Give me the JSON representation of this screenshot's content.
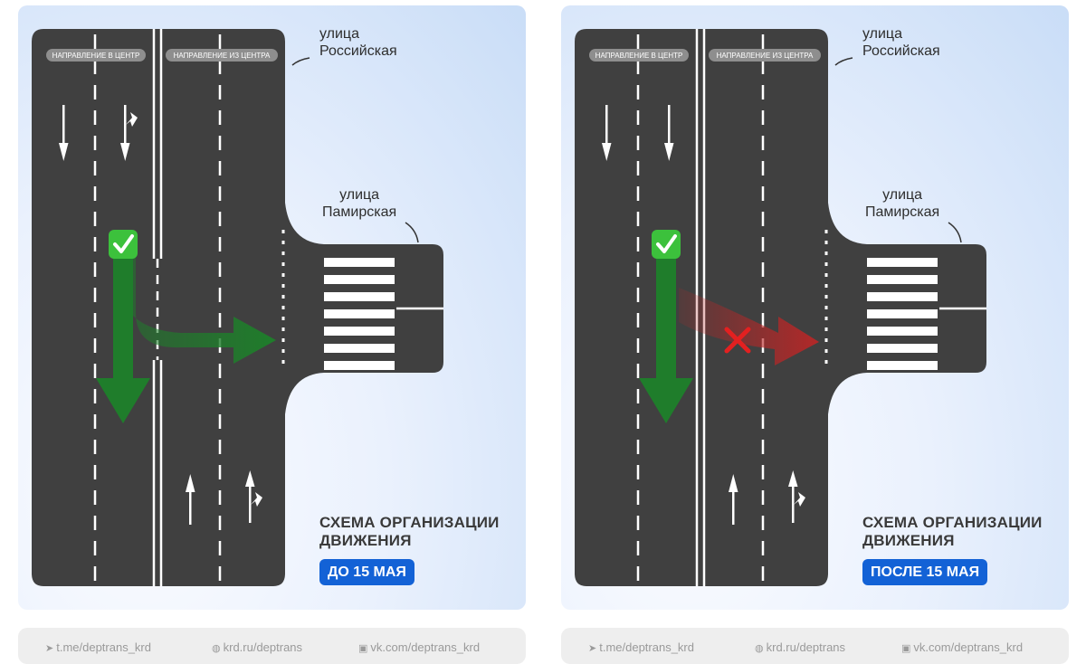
{
  "labels": {
    "to_center": "НАПРАВЛЕНИЕ В ЦЕНТР",
    "from_center": "НАПРАВЛЕНИЕ ИЗ ЦЕНТРА",
    "street_rossiyskaya": "улица\nРоссийская",
    "street_pamirskaya": "улица\nПамирская",
    "scheme_title": "СХЕМА ОРГАНИЗАЦИИ\nДВИЖЕНИЯ"
  },
  "panels": [
    {
      "badge": "ДО 15 МАЯ",
      "left_turn_allowed": true
    },
    {
      "badge": "ПОСЛЕ 15 МАЯ",
      "left_turn_allowed": false
    }
  ],
  "footer": {
    "telegram": "t.me/deptrans_krd",
    "site": "krd.ru/deptrans",
    "vk": "vk.com/deptrans_krd"
  },
  "colors": {
    "road": "#404040",
    "marking": "#ffffff",
    "allowed_arrow": "#1f7d2b",
    "forbidden_arrow": "#c62b2b",
    "badge": "#1362d6",
    "check_icon": "#3cc13c"
  },
  "icons": {
    "check": "check-mark-icon",
    "cross": "cross-icon",
    "telegram": "telegram-icon",
    "web": "globe-icon",
    "vk": "vk-icon"
  }
}
